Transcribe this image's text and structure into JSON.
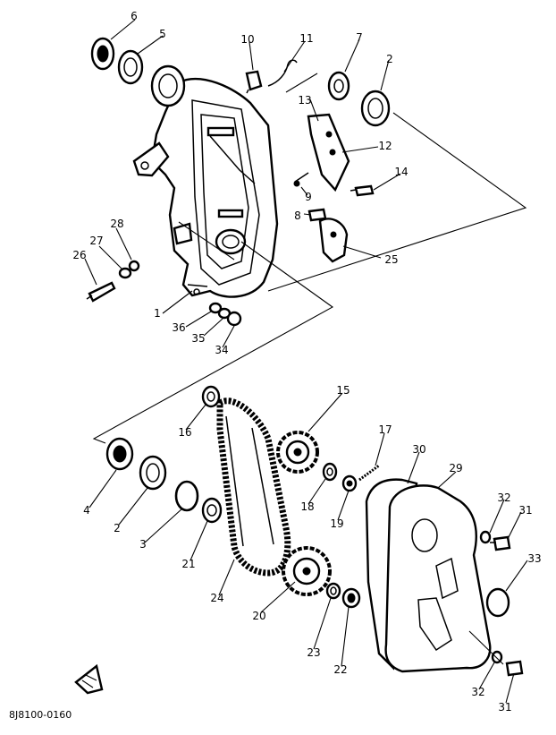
{
  "figure_code": "8J8100-0160",
  "callouts": {
    "p1": "1",
    "p2a": "2",
    "p2b": "2",
    "p3": "3",
    "p4": "4",
    "p5": "5",
    "p6": "6",
    "p7": "7",
    "p8": "8",
    "p9": "9",
    "p10": "10",
    "p11": "11",
    "p12": "12",
    "p13": "13",
    "p14": "14",
    "p15": "15",
    "p16": "16",
    "p17": "17",
    "p18": "18",
    "p19": "19",
    "p20": "20",
    "p21": "21",
    "p22": "22",
    "p23": "23",
    "p24": "24",
    "p25": "25",
    "p26": "26",
    "p27": "27",
    "p28": "28",
    "p29": "29",
    "p30": "30",
    "p31a": "31",
    "p31b": "31",
    "p32a": "32",
    "p32b": "32",
    "p33": "33",
    "p34": "34",
    "p35": "35",
    "p36": "36"
  }
}
